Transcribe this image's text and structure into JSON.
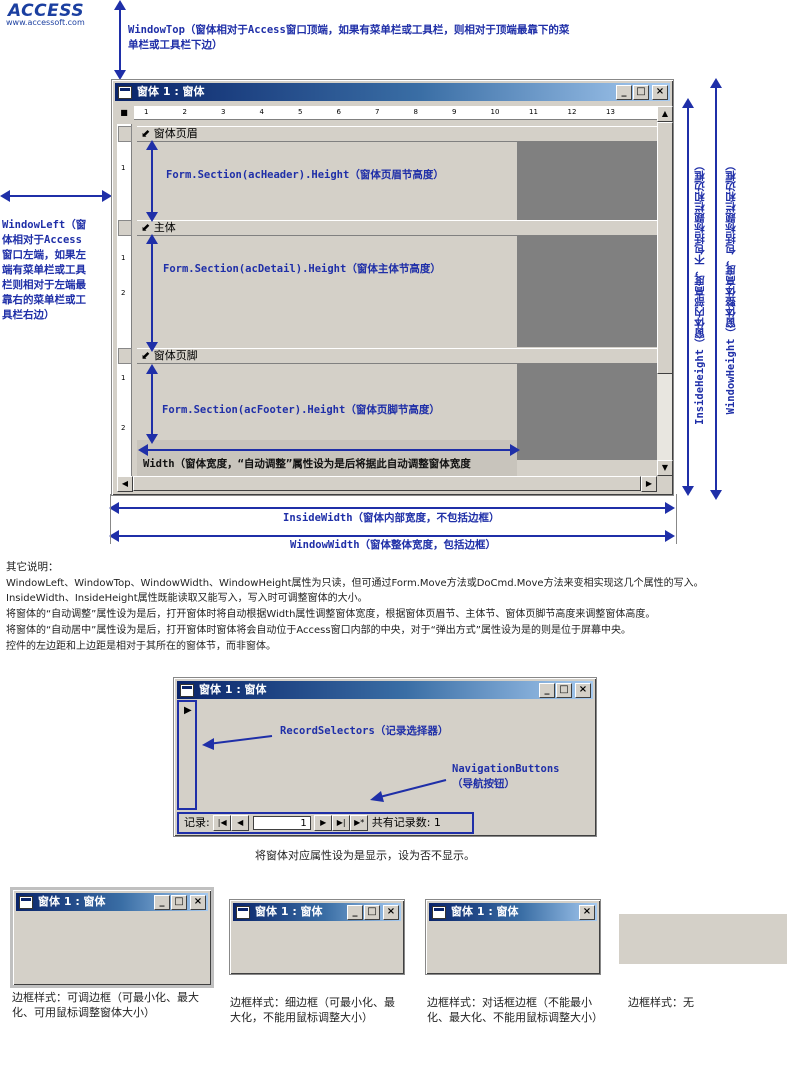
{
  "logo": {
    "main": "ACCESS",
    "sub": "www.accessoft.com"
  },
  "annotations": {
    "window_top_1": "WindowTop（窗体相对于Access窗口顶端，如果有菜单栏或工具栏，则相对于顶端最靠下的菜",
    "window_top_2": "单栏或工具栏下边）",
    "window_left": [
      "WindowLeft（窗",
      "体相对于Access",
      "窗口左端，如果左",
      "端有菜单栏或工具",
      "栏则相对于左端最",
      "靠右的菜单栏或工",
      "具栏右边）"
    ],
    "header_height": "Form.Section(acHeader).Height（窗体页眉节高度）",
    "detail_height": "Form.Section(acDetail).Height（窗体主体节高度）",
    "footer_height": "Form.Section(acFooter).Height（窗体页脚节高度）",
    "width": "Width（窗体宽度，“自动调整”属性设为是后将据此自动调整窗体宽度",
    "inside_height": "InsideHeight（窗体内部高度，不包括标题栏和边框）",
    "window_height": "WindowHeight（窗体整体高度，包括标题栏和边框）",
    "inside_width": "InsideWidth（窗体内部宽度，不包括边框）",
    "window_width": "WindowWidth（窗体整体宽度，包括边框）"
  },
  "main_window": {
    "title": "窗体 1 : 窗体",
    "header_label": "窗体页眉",
    "detail_label": "主体",
    "footer_label": "窗体页脚",
    "ruler_marks": [
      "1",
      "2",
      "3",
      "4",
      "5",
      "6",
      "7",
      "8",
      "9",
      "10",
      "11",
      "12",
      "13"
    ],
    "vruler_marks": [
      "1",
      "1",
      "2",
      "1",
      "2"
    ]
  },
  "notes": {
    "heading": "其它说明：",
    "lines": [
      "WindowLeft、WindowTop、WindowWidth、WindowHeight属性为只读，但可通过Form.Move方法或DoCmd.Move方法来变相实现这几个属性的写入。",
      "InsideWidth、InsideHeight属性既能读取又能写入，写入时可调整窗体的大小。",
      "将窗体的“自动调整”属性设为是后，打开窗体时将自动根据Width属性调整窗体宽度，根据窗体页眉节、主体节、窗体页脚节高度来调整窗体高度。",
      "将窗体的“自动居中”属性设为是后，打开窗体时窗体将会自动位于Access窗口内部的中央，对于“弹出方式”属性设为是的则是位于屏幕中央。",
      "控件的左边距和上边距是相对于其所在的窗体节，而非窗体。"
    ]
  },
  "record_window": {
    "title": "窗体 1 : 窗体",
    "record_selectors": "RecordSelectors（记录选择器）",
    "nav_buttons_1": "NavigationButtons",
    "nav_buttons_2": "（导航按钮）",
    "record_label": "记录:",
    "record_value": "1",
    "total_label": "共有记录数: 1",
    "caption": "将窗体对应属性设为是显示，设为否不显示。"
  },
  "border_styles": [
    {
      "title": "窗体 1 : 窗体",
      "caption": "边框样式：可调边框（可最小化、最大化、可用鼠标调整窗体大小）"
    },
    {
      "title": "窗体 1 : 窗体",
      "caption": "边框样式：细边框（可最小化、最大化，不能用鼠标调整大小）"
    },
    {
      "title": "窗体 1 : 窗体",
      "caption": "边框样式：对话框边框（不能最小化、最大化、不能用鼠标调整大小）"
    },
    {
      "caption": "边框样式：无"
    }
  ],
  "colors": {
    "annotation_blue": "#1f2fa8",
    "title_gradient_start": "#0a246a",
    "window_face": "#d4d0c8",
    "design_gray": "#808080"
  }
}
